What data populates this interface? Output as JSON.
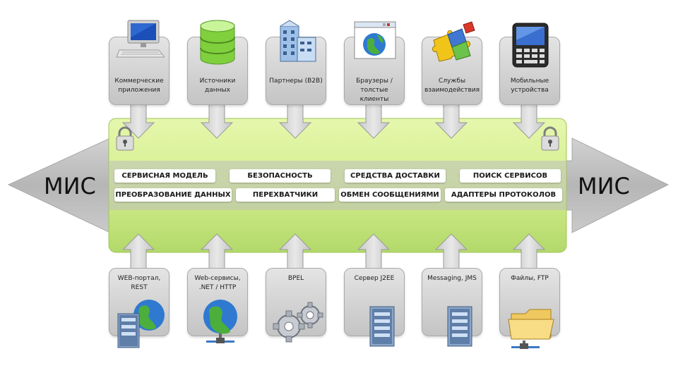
{
  "side_labels": {
    "left": "МИС",
    "right": "МИС"
  },
  "top_items": [
    {
      "label": "Коммерческие приложения",
      "icon": "computer-icon"
    },
    {
      "label": "Источники данных",
      "icon": "database-icon"
    },
    {
      "label": "Партнеры (B2B)",
      "icon": "building-icon"
    },
    {
      "label": "Браузеры / толстые клиенты",
      "icon": "browser-globe-icon"
    },
    {
      "label": "Службы взаимодействия",
      "icon": "puzzle-icon"
    },
    {
      "label": "Мобильные устройства",
      "icon": "mobile-device-icon"
    }
  ],
  "bottom_items": [
    {
      "label": "WEB-портал, REST",
      "icon": "server-globe-icon"
    },
    {
      "label": "Web-сервисы, .NET / HTTP",
      "icon": "network-globe-icon"
    },
    {
      "label": "BPEL",
      "icon": "gears-icon"
    },
    {
      "label": "Сервер J2EE",
      "icon": "server-icon"
    },
    {
      "label": "Messaging, JMS",
      "icon": "server-icon"
    },
    {
      "label": "Файлы, FTP",
      "icon": "folder-network-icon"
    }
  ],
  "bus_items": [
    [
      "СЕРВИСНАЯ МОДЕЛЬ",
      "БЕЗОПАСНОСТЬ",
      "СРЕДСТВА ДОСТАВКИ",
      "ПОИСК СЕРВИСОВ"
    ],
    [
      "ПРЕОБРАЗОВАНИЕ ДАННЫХ",
      "ПЕРЕХВАТЧИКИ",
      "ОБМЕН СООБЩЕНИЯМИ",
      "АДАПТЕРЫ ПРОТОКОЛОВ"
    ]
  ],
  "colors": {
    "bus_green_light": "#eaf8b8",
    "bus_green_dark": "#b5dc6a",
    "arrow_gray": "#bdbdbd",
    "card_gray": "#d4d4d4"
  }
}
